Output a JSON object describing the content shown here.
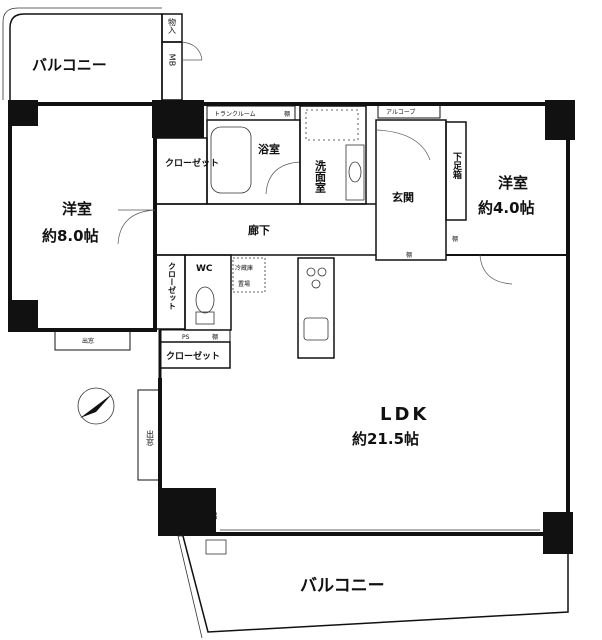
{
  "rooms": {
    "balcony_top": "バルコニー",
    "balcony_bottom": "バルコニー",
    "storage_top": "物入",
    "mb": "MB",
    "trunk_room": "トランクルーム",
    "shelf": "棚",
    "alcove": "アルコーブ",
    "bath": "浴室",
    "washroom": "洗面室",
    "closet_1": "クローゼット",
    "closet_2": "クローゼット",
    "closet_3": "クローゼット",
    "western_left_name": "洋室",
    "western_left_size": "約8.0帖",
    "western_right_name": "洋室",
    "western_right_size": "約4.0帖",
    "entrance": "玄関",
    "shoe_box": "下足箱",
    "corridor": "廊下",
    "wc": "WC",
    "fridge": "冷蔵庫",
    "fridge_place": "置場",
    "ps": "PS",
    "ldk_name": "LDK",
    "ldk_size": "約21.5帖",
    "bay_window": "出窓",
    "out_window": "出窓",
    "small_label": "SB"
  }
}
